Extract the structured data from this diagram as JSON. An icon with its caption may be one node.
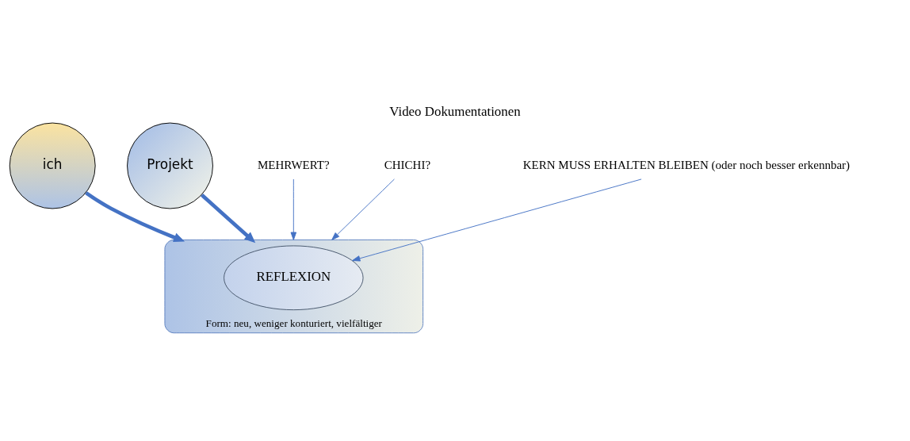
{
  "diagram": {
    "title": "Video Dokumentationen",
    "nodes": [
      {
        "text": [
          "ich"
        ]
      },
      {
        "text": [
          "Projekt"
        ]
      },
      {
        "text": [],
        "shape": "cloud",
        "beside": [
          "Form: neu, weniger konturiert, vielfältiger"
        ]
      },
      {
        "text": [
          "REFLEXION"
        ],
        "in": 2
      },
      {
        "text": [
          "MEHRWERT?"
        ]
      },
      {
        "text": [
          "CHICHI?"
        ]
      },
      {
        "text": [
          "KERN MUSS ERHALTEN BLEIBEN (oder noch besser erkennbar)"
        ]
      }
    ],
    "edges": [
      {
        "from": 0,
        "to": 2,
        "arrow": "to",
        "style": "thick"
      },
      {
        "from": 1,
        "to": 2,
        "arrow": "to",
        "style": "thick"
      },
      {
        "from": 4,
        "to": 2,
        "arrow": "to"
      },
      {
        "from": 5,
        "to": 2,
        "arrow": "to"
      },
      {
        "from": 6,
        "to": 3,
        "arrow": "to"
      }
    ]
  }
}
